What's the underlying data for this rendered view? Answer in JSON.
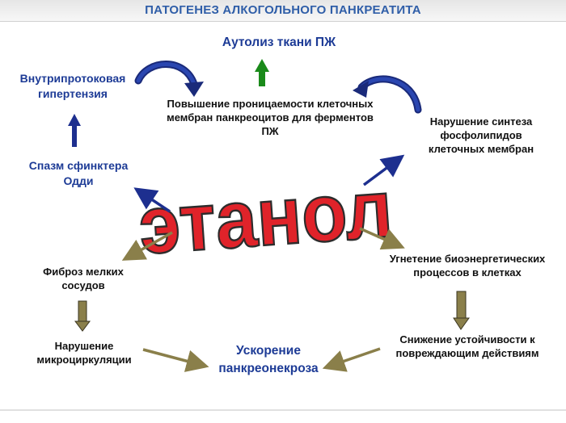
{
  "title": "ПАТОГЕНЕЗ АЛКОГОЛЬНОГО ПАНКРЕАТИТА",
  "center": "этанол",
  "nodes": {
    "autolysis": "Аутолиз ткани ПЖ",
    "permeability": [
      "Повышение проницаемости клеточных",
      "мембран панкреоцитов  для ферментов",
      "ПЖ"
    ],
    "hypertension": [
      "Внутрипротоковая",
      "гипертензия"
    ],
    "sphincter_spasm": [
      "Спазм сфинктера",
      "Одди"
    ],
    "phospholipid": [
      "Нарушение синтеза",
      "фосфолипидов",
      "клеточных мембран"
    ],
    "bioenergetic": [
      "Угнетение биоэнергетических",
      "процессов в клетках"
    ],
    "fibrosis": [
      "Фиброз мелких",
      "сосудов"
    ],
    "microcirculation": [
      "Нарушение",
      "микроциркуляции"
    ],
    "resistance": [
      "Снижение устойчивости к",
      "повреждающим действиям"
    ],
    "acceleration": [
      "Ускорение",
      "панкреонекроза"
    ]
  },
  "colors": {
    "title": "#2f5ea8",
    "blue_arrow": "#1d2f8f",
    "green_arrow": "#1a8a1a",
    "olive_arrow": "#8a7f4a",
    "ethanol_fill": "#e0232a",
    "ethanol_outline": "#2c2c2c"
  }
}
